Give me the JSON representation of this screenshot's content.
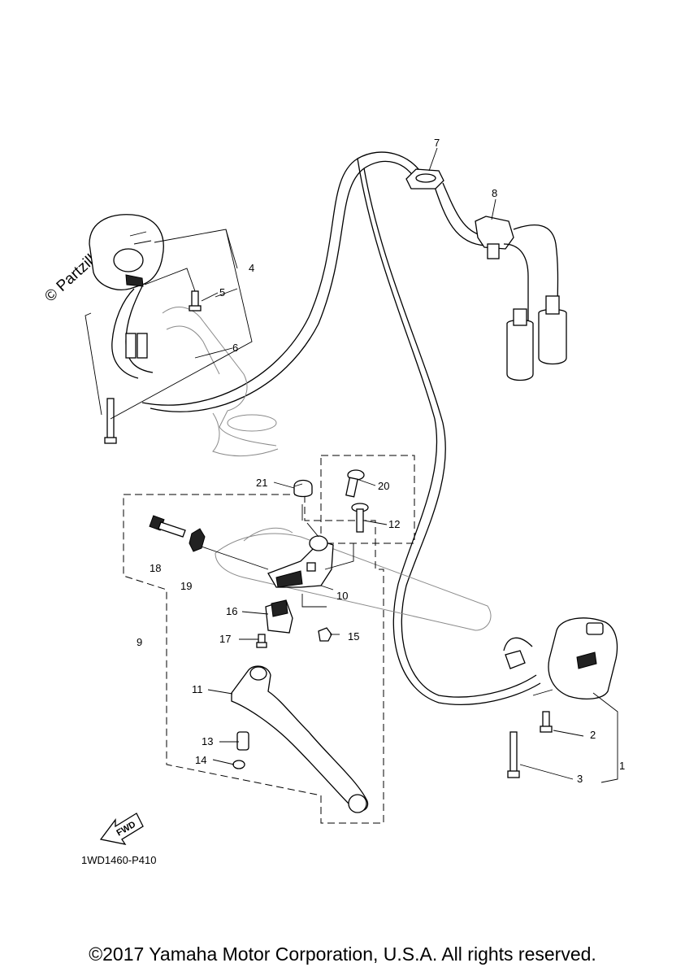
{
  "watermark": "© Partzilla.com",
  "diagram_code": "1WD1460-P410",
  "fwd_label": "FWD",
  "copyright": "©2017 Yamaha Motor Corporation, U.S.A. All rights reserved.",
  "callouts": {
    "c1": "1",
    "c2": "2",
    "c3": "3",
    "c4": "4",
    "c5": "5",
    "c6": "6",
    "c7": "7",
    "c8": "8",
    "c9": "9",
    "c10": "10",
    "c11": "11",
    "c12": "12",
    "c13": "13",
    "c14": "14",
    "c15": "15",
    "c16": "16",
    "c17": "17",
    "c18": "18",
    "c19": "19",
    "c20": "20",
    "c21": "21"
  }
}
